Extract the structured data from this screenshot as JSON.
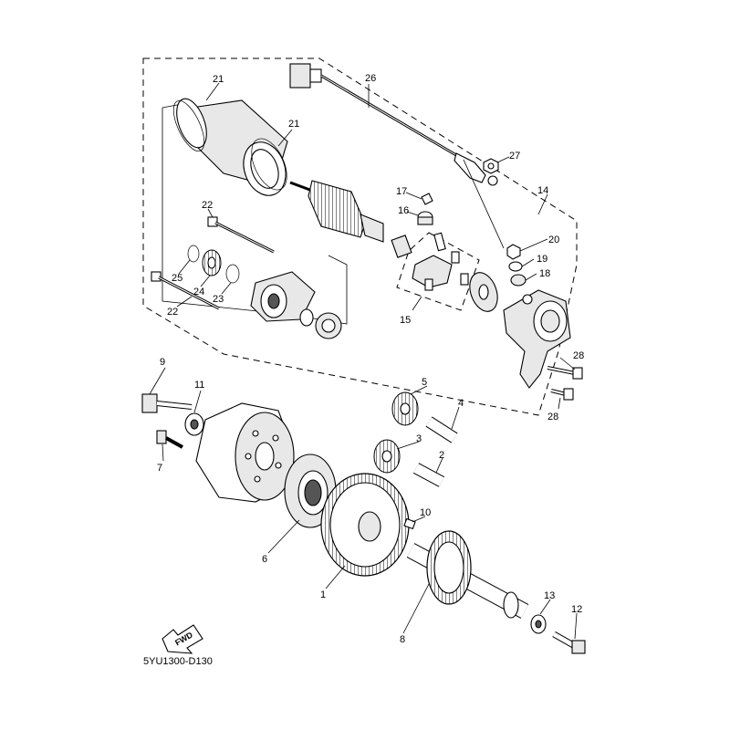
{
  "diagram": {
    "code": "5YU1300-D130",
    "fwd_label": "FWD",
    "part_numbers": {
      "p1": "1",
      "p2": "2",
      "p3": "3",
      "p4": "4",
      "p5": "5",
      "p6": "6",
      "p7": "7",
      "p8": "8",
      "p9": "9",
      "p10": "10",
      "p11": "11",
      "p12": "12",
      "p13": "13",
      "p14": "14",
      "p15": "15",
      "p16": "16",
      "p17": "17",
      "p18": "18",
      "p19": "19",
      "p20": "20",
      "p21a": "21",
      "p21b": "21",
      "p22a": "22",
      "p22b": "22",
      "p23": "23",
      "p24": "24",
      "p25": "25",
      "p26": "26",
      "p27": "27",
      "p28a": "28",
      "p28b": "28"
    }
  }
}
